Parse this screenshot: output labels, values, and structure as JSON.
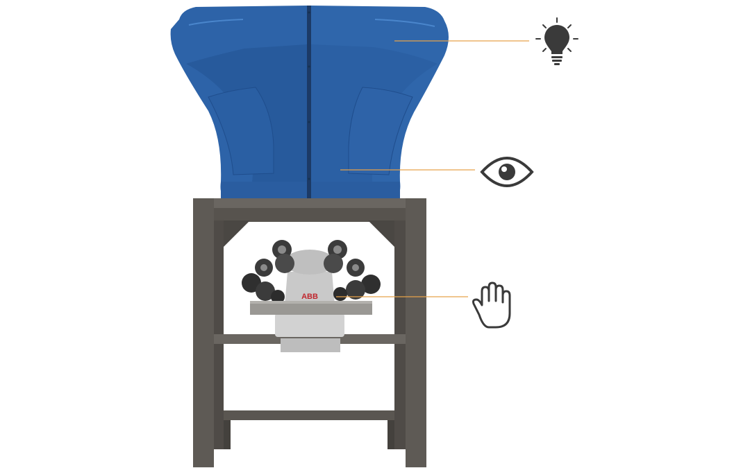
{
  "diagram": {
    "machine": {
      "robot_brand": "ABB"
    },
    "callouts": [
      {
        "name": "lighting",
        "icon": "lightbulb-icon"
      },
      {
        "name": "vision",
        "icon": "eye-icon"
      },
      {
        "name": "manipulation",
        "icon": "hand-icon"
      }
    ],
    "colors": {
      "hood": "#2d63a8",
      "hood_dark": "#1f4d8c",
      "hood_light": "#3a75bd",
      "frame": "#5e5a55",
      "frame_dark": "#4a4743",
      "leader_line": "#e8a24a",
      "icon": "#3a3a3a",
      "robot_body": "#c9c9c9",
      "robot_joint": "#3b3b3b",
      "brand_text": "#c0262d"
    }
  }
}
